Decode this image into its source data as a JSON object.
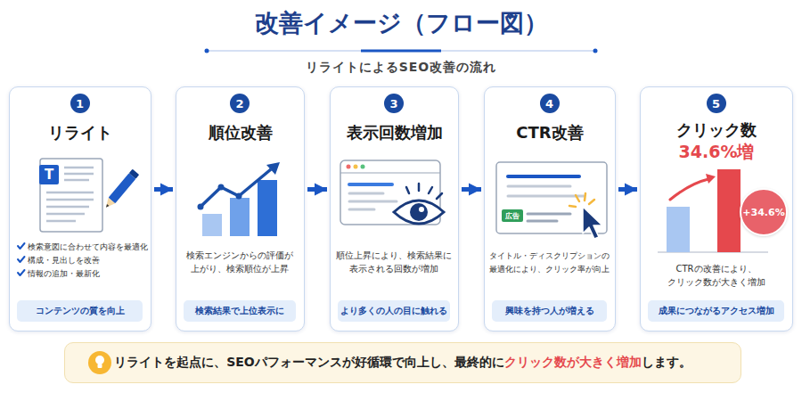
{
  "diagram": {
    "title": "改善イメージ（フロー図）",
    "nodes": [
      {
        "text": [
          "リライト",
          "検索意図に合わせて内容を最適化",
          "構成・見出しを改善",
          "情報の追加・最新化"
        ]
      },
      {
        "text": [
          "1"
        ],
        "in": 0
      },
      {
        "text": [
          "T"
        ],
        "in": 0
      },
      {
        "text": [
          "コンテンツの質を向上"
        ],
        "in": 0
      },
      {
        "text": [
          "順位改善",
          "検索エンジンからの評価が 上がり、検索順位が上昇"
        ]
      },
      {
        "text": [
          "2"
        ],
        "in": 4
      },
      {
        "text": [
          "検索結果で上位表示に"
        ],
        "in": 4
      },
      {
        "text": [
          "表示回数増加",
          "順位上昇により、検索結果に 表示される回数が増加"
        ]
      },
      {
        "text": [
          "3"
        ],
        "in": 7
      },
      {
        "text": [
          "より多くの人の目に触れる"
        ],
        "in": 7
      },
      {
        "text": [
          "CTR改善",
          "タイトル・ディスクリプションの 最適化により、クリック率が向上"
        ]
      },
      {
        "text": [
          "4"
        ],
        "in": 10
      },
      {
        "text": [
          "広告"
        ],
        "in": 10
      },
      {
        "text": [
          "興味を持つ人が増える"
        ],
        "in": 10
      },
      {
        "text": [
          "クリック数",
          "34.6%増",
          "CTRの改善により、 クリック数が大きく増加"
        ]
      },
      {
        "text": [
          "5"
        ],
        "in": 14
      },
      {
        "text": [
          "+34.6%"
        ],
        "in": 14
      },
      {
        "text": [
          "成果につながるアクセス増加"
        ],
        "in": 14
      },
      {
        "text": [
          "リライトを起点に、SEOパフォーマンスが好循環で向上し、最終的に",
          "クリック数が大きく増加",
          "します。"
        ]
      }
    ],
    "edges": [
      {
        "from": 0,
        "to": 4,
        "arrow": "to"
      },
      {
        "from": 4,
        "to": 7,
        "arrow": "to"
      },
      {
        "from": 7,
        "to": 10,
        "arrow": "to"
      },
      {
        "from": 10,
        "to": 14,
        "arrow": "to"
      }
    ],
    "labels": [
      "リライトによるSEO改善の流れ"
    ]
  }
}
